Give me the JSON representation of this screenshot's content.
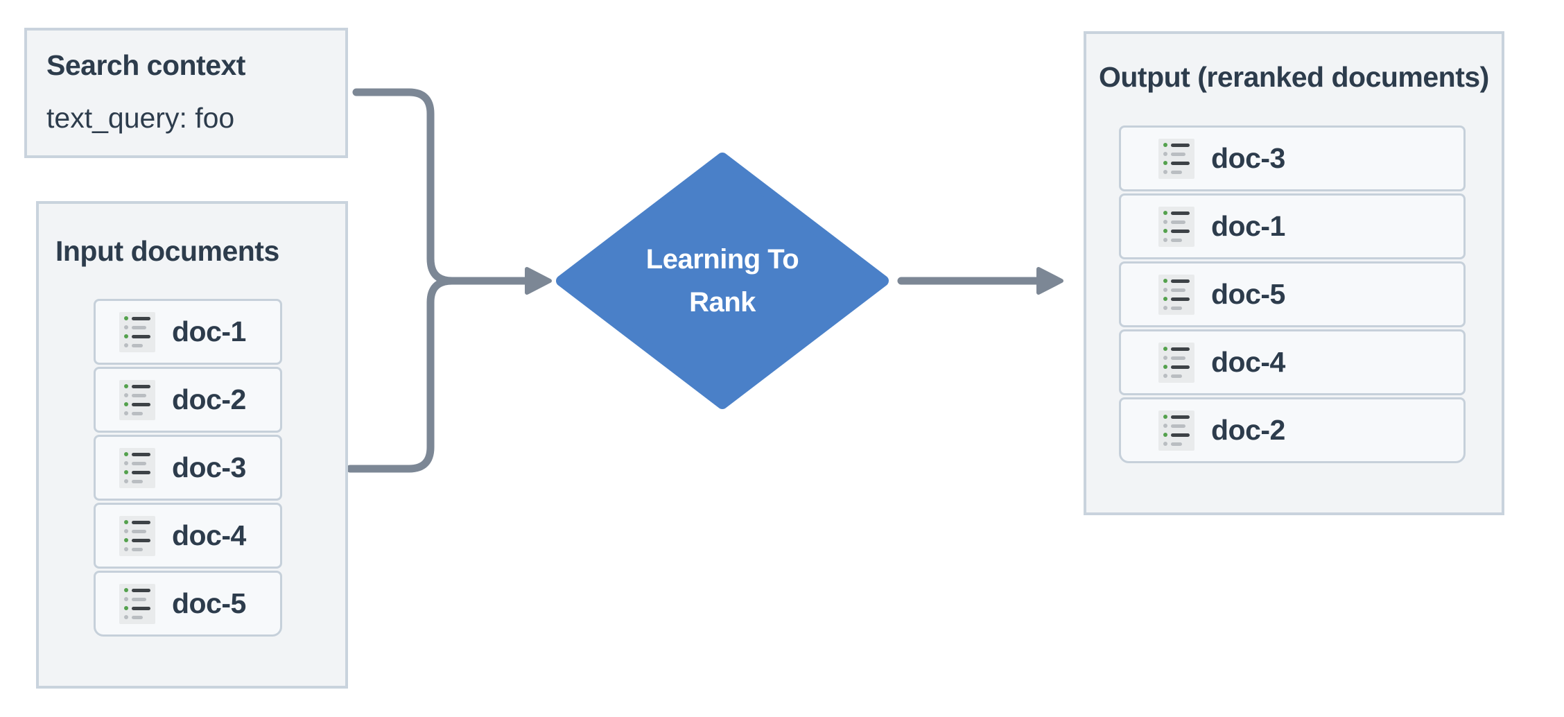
{
  "search_context": {
    "title": "Search context",
    "query": "text_query: foo"
  },
  "input_documents": {
    "title": "Input documents",
    "docs": [
      "doc-1",
      "doc-2",
      "doc-3",
      "doc-4",
      "doc-5"
    ]
  },
  "ranker": {
    "line1": "Learning To",
    "line2": "Rank"
  },
  "output_documents": {
    "title": "Output (reranked documents)",
    "docs": [
      "doc-3",
      "doc-1",
      "doc-5",
      "doc-4",
      "doc-2"
    ]
  },
  "colors": {
    "diamond": "#4a80c8",
    "connector": "#7c8795",
    "panel_bg": "#f2f4f6",
    "panel_border": "#c9d3dd",
    "row_bg": "#f7f9fb",
    "row_border": "#c6d0da",
    "text": "#2d3c4c",
    "icon_bg": "#e9ebec",
    "icon_line_dark": "#3d4246",
    "icon_line_light": "#b9bdc1",
    "bullet_green": "#54a14d"
  }
}
